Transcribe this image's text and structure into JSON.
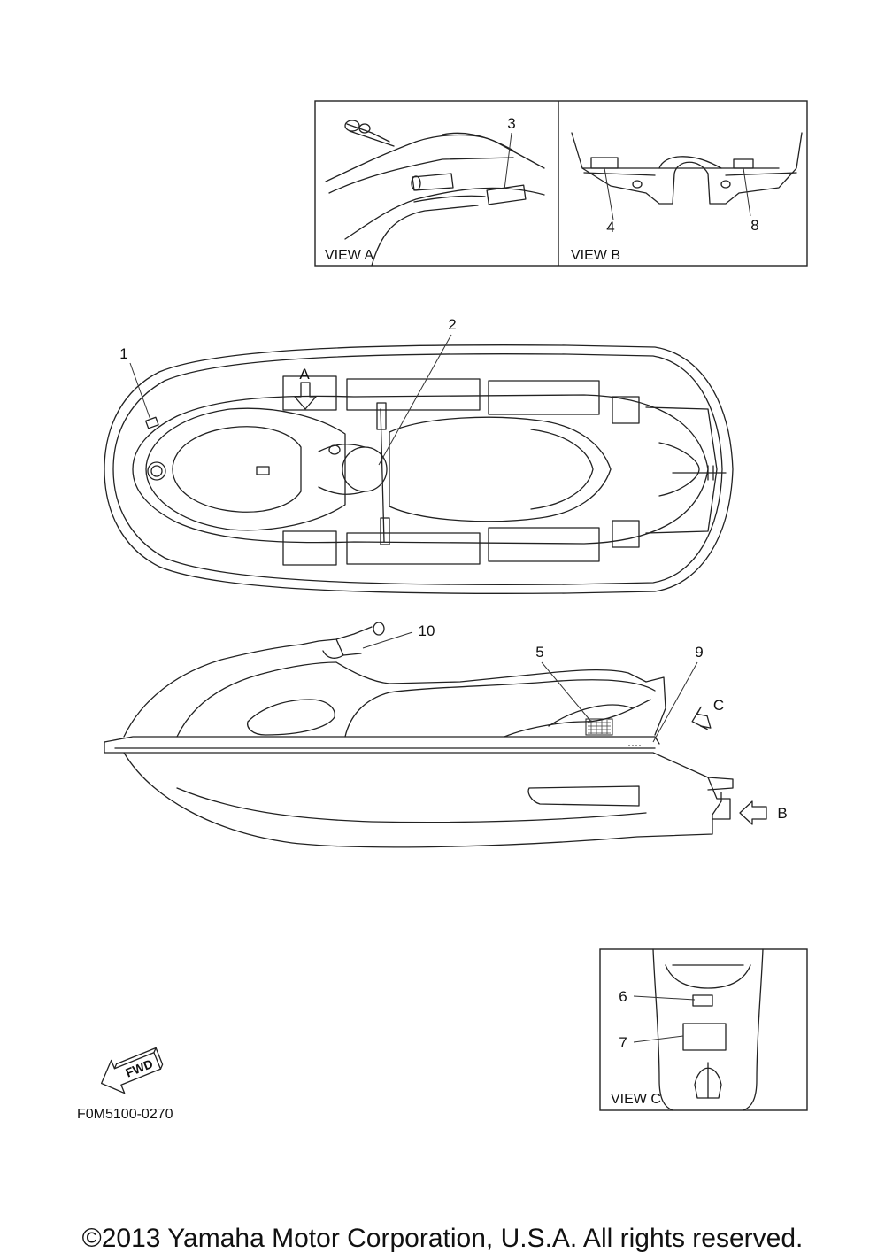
{
  "views": {
    "a": "VIEW A",
    "b": "VIEW B",
    "c": "VIEW C"
  },
  "callouts": {
    "c1": "1",
    "c2": "2",
    "c3": "3",
    "c4": "4",
    "c5": "5",
    "c6": "6",
    "c7": "7",
    "c8": "8",
    "c9": "9",
    "c10": "10"
  },
  "arrows": {
    "a": "A",
    "b": "B",
    "c": "C"
  },
  "fwd_badge": "FWD",
  "figure_code": "F0M5100-0270",
  "copyright": "©2013 Yamaha Motor Corporation, U.S.A. All rights reserved."
}
